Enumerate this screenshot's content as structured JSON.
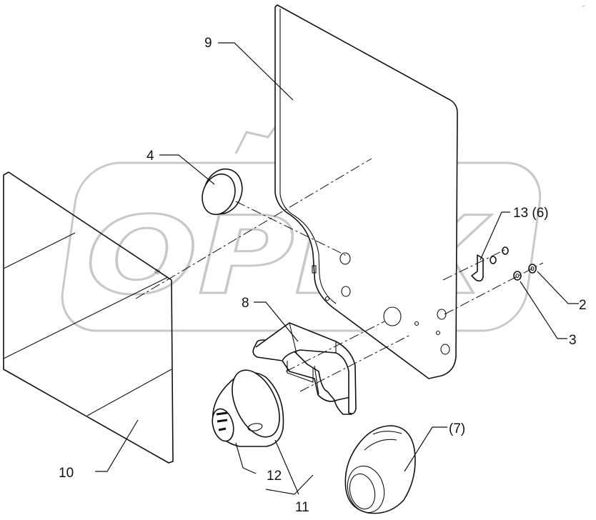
{
  "watermark": {
    "brand_text": "OPEX"
  },
  "callouts": {
    "c2": "2",
    "c3": "3",
    "c4": "4",
    "c7": "(7)",
    "c8": "8",
    "c9": "9",
    "c10": "10",
    "c11": "11",
    "c12": "12",
    "c13": "13 (6)"
  },
  "colors": {
    "line": "#111111",
    "watermark": "#c8c8c8",
    "background": "#ffffff"
  }
}
